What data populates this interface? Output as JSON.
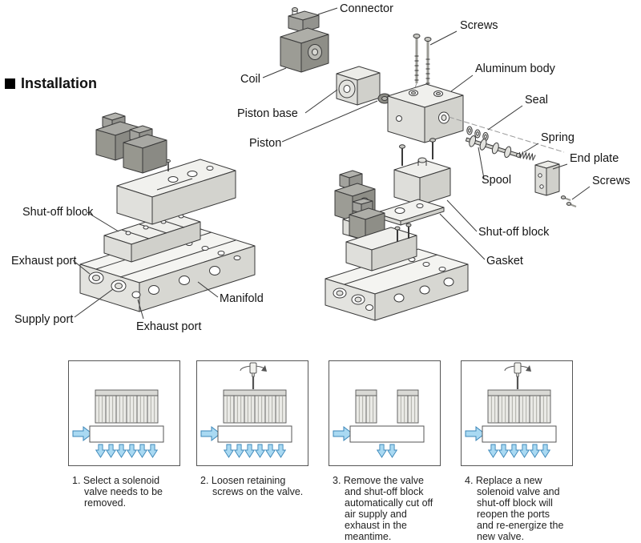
{
  "page": {
    "title": "Installation"
  },
  "labels": {
    "connector": "Connector",
    "coil": "Coil",
    "piston_base": "Piston base",
    "piston": "Piston",
    "screws_top": "Screws",
    "aluminum_body": "Aluminum body",
    "seal": "Seal",
    "spring": "Spring",
    "end_plate": "End plate",
    "screws_side": "Screws",
    "spool": "Spool",
    "shutoff_block_exploded": "Shut-off block",
    "gasket": "Gasket",
    "shutoff_block": "Shut-off block",
    "exhaust_port_upper": "Exhaust port",
    "supply_port": "Supply port",
    "exhaust_port_lower": "Exhaust port",
    "manifold": "Manifold"
  },
  "steps": [
    {
      "caption": "1. Select a solenoid valve needs to be removed."
    },
    {
      "caption": "2. Loosen retaining screws on the valve."
    },
    {
      "caption": "3. Remove the valve and shut-off block automatically cut off air supply and exhaust in the meantime."
    },
    {
      "caption": "4. Replace a new solenoid valve and shut-off block will reopen the ports and re-energize the new valve."
    }
  ],
  "colors": {
    "arrow_fill": "#a9d9f2",
    "arrow_stroke": "#3a86b8",
    "line": "#3a3a3a"
  }
}
